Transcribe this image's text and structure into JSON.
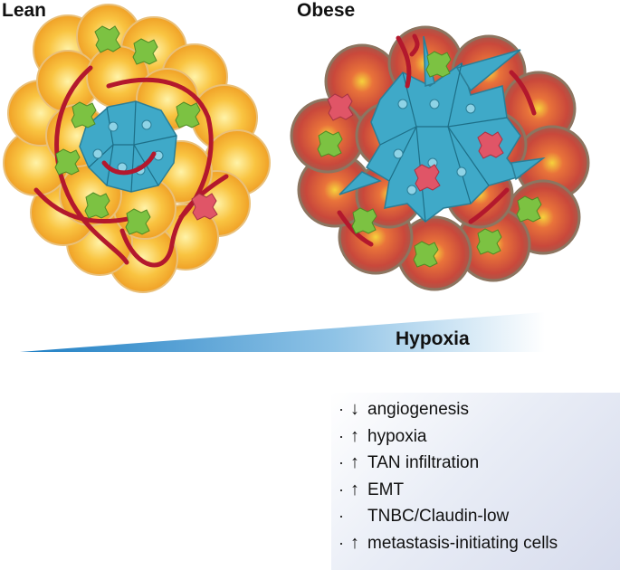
{
  "panels": {
    "lean_label": "Lean",
    "obese_label": "Obese"
  },
  "gradient": {
    "label": "Hypoxia",
    "color_start": "#1f7fc4",
    "color_end": "#ffffff"
  },
  "effects": [
    {
      "bullet": "·",
      "arrow": "↓",
      "text": "angiogenesis"
    },
    {
      "bullet": "·",
      "arrow": "↑",
      "text": "hypoxia"
    },
    {
      "bullet": "·",
      "arrow": "↑",
      "text": "TAN infiltration"
    },
    {
      "bullet": "·",
      "arrow": "↑",
      "text": "EMT"
    },
    {
      "bullet": "·",
      "arrow": "",
      "text": "TNBC/Claudin-low"
    },
    {
      "bullet": "·",
      "arrow": "↑",
      "text": "metastasis-initiating cells"
    }
  ],
  "colors": {
    "lean_adipocyte": "#f6b233",
    "obese_adipocyte": "#c8593a",
    "tumor_cell": "#3fa9c8",
    "neutrophil": "#7cc242",
    "activated_neutrophil": "#e05567",
    "vessel": "#b3182d"
  }
}
